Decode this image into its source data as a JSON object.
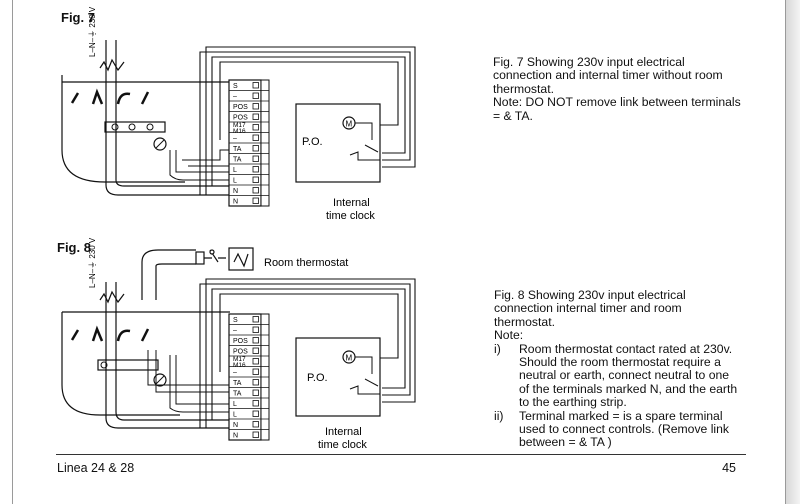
{
  "fig7": {
    "label": "Fig. 7",
    "caption": "Fig. 7 Showing 230v input electrical connection and internal timer without room thermostat.",
    "note": "Note: DO NOT remove link between terminals  = & TA.",
    "diagram": {
      "supply_label": "L–N–⏚ 230 V",
      "terminals": [
        "S",
        "–",
        "POS",
        "POS",
        "M17\nM16",
        "–",
        "TA",
        "TA",
        "L",
        "L",
        "N",
        "N"
      ],
      "po_label": "P.O.",
      "motor_label": "M",
      "timer_label_line1": "Internal",
      "timer_label_line2": "time clock"
    }
  },
  "fig8": {
    "label": "Fig. 8",
    "caption": "Fig. 8 Showing 230v input electrical connection internal timer and room thermostat.",
    "note_title": "Note:",
    "notes": [
      {
        "idx": "i)",
        "text": "Room thermostat contact rated at 230v. Should the room thermostat require a neutral or earth, connect neutral to one of the terminals marked N, and the earth to the earthing strip."
      },
      {
        "idx": "ii)",
        "text": "Terminal marked = is a spare terminal used to connect controls. (Remove link between = & TA )"
      }
    ],
    "diagram": {
      "thermostat_label": "Room thermostat",
      "supply_label": "L–N–⏚ 230 V",
      "terminals": [
        "S",
        "–",
        "POS",
        "POS",
        "M17\nM16",
        "–",
        "TA",
        "TA",
        "L",
        "L",
        "N",
        "N"
      ],
      "po_label": "P.O.",
      "motor_label": "M",
      "timer_label_line1": "Internal",
      "timer_label_line2": "time clock"
    }
  },
  "footer": {
    "title": "Linea 24 & 28",
    "page_number": "45"
  }
}
